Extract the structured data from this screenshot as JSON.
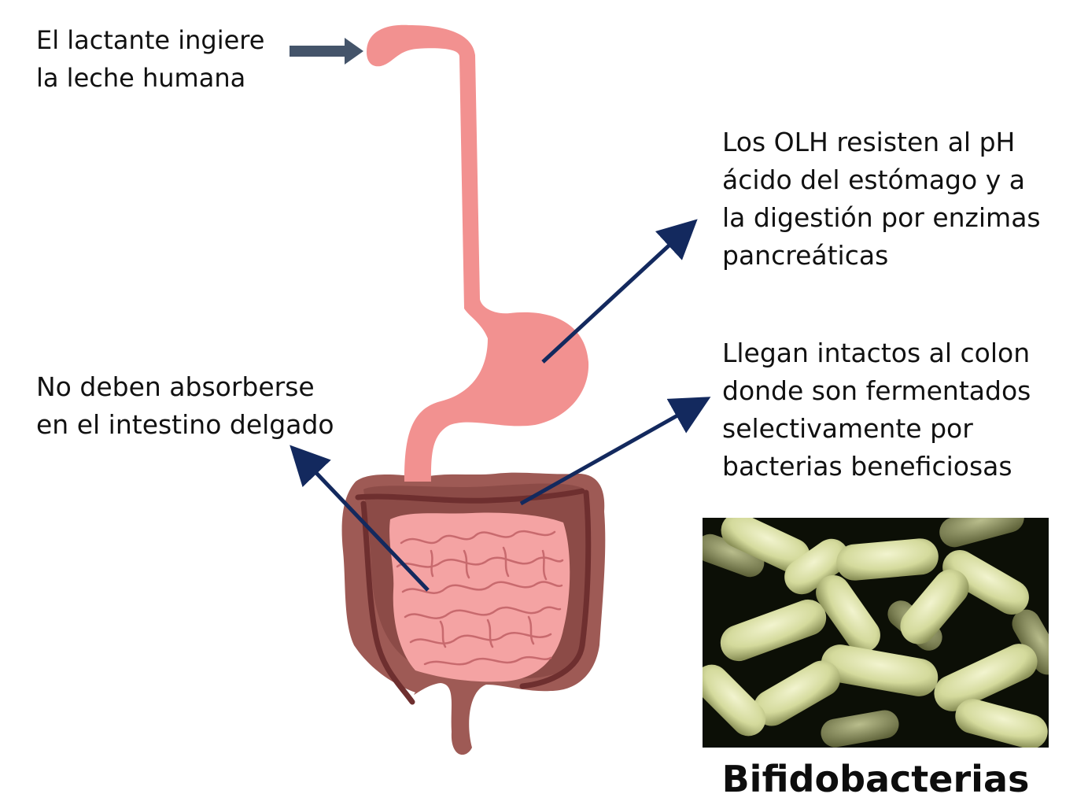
{
  "labels": {
    "ingest": "El lactante ingiere\nla leche humana",
    "stomach": "Los OLH resisten al pH\nácido del estómago y a\nla digestión por enzimas\npancreáticas",
    "small_intestine": "No deben absorberse\nen el intestino delgado",
    "colon": "Llegan intactos al colon\ndonde son fermentados\nselectivamente por\nbacterias beneficiosas",
    "bifido": "Bifidobacterias"
  },
  "colors": {
    "esophagus_stomach": "#f29190",
    "small_intestine": "#f4a3a3",
    "small_intestine_folds": "#c86a6e",
    "colon_outer": "#9e5a55",
    "colon_inner_stroke": "#6e2f2f",
    "callout_arrow": "#13295e",
    "ingest_arrow": "#44546a",
    "bacteria": "#d9dfa8",
    "micrograph_bg": "#0c0f06"
  },
  "icons": {
    "ingest_arrow": "block-arrow-right",
    "callouts": "line-arrow"
  }
}
